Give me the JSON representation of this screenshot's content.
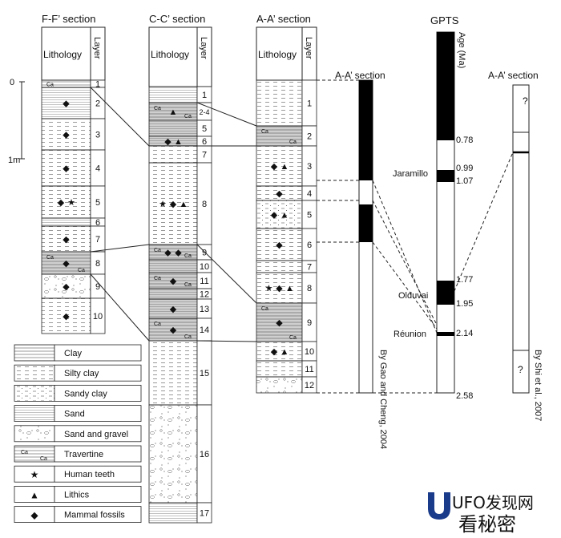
{
  "sections": {
    "ff": {
      "title": "F-F’ section",
      "lith": "Lithology",
      "layer": "Layer",
      "layers": [
        "1",
        "2",
        "3",
        "4",
        "5",
        "6",
        "7",
        "8",
        "9",
        "10"
      ]
    },
    "cc": {
      "title": "C-C’ section",
      "lith": "Lithology",
      "layer": "Layer",
      "layers": [
        "1",
        "2-4",
        "5",
        "6",
        "7",
        "8",
        "9",
        "10",
        "11",
        "12",
        "13",
        "14",
        "15",
        "16",
        "17"
      ]
    },
    "aa": {
      "title": "A-A’ section",
      "lith": "Lithology",
      "layer": "Layer",
      "layers": [
        "1",
        "2",
        "3",
        "4",
        "5",
        "6",
        "7",
        "8",
        "9",
        "10",
        "11",
        "12"
      ]
    }
  },
  "scale": {
    "zero": "0",
    "one": "1m"
  },
  "travertine_abbr": "Ca",
  "symbols": {
    "star": "★",
    "triangle": "▲",
    "diamond": "◆"
  },
  "gao": {
    "title": "A-A’ section",
    "credit": "By Gao and Cheng, 2004"
  },
  "gpts": {
    "title": "GPTS",
    "axis": "Age (Ma)",
    "ages": [
      "0.78",
      "0.99",
      "1.07",
      "1.77",
      "1.95",
      "2.14",
      "2.58"
    ],
    "events": [
      "Jaramillo",
      "Olduvai",
      "Réunion"
    ]
  },
  "shi": {
    "title": "A-A’ section",
    "q": "?",
    "credit": "By Shi et al., 2007"
  },
  "legend": [
    "Clay",
    "Silty clay",
    "Sandy clay",
    "Sand",
    "Sand and gravel",
    "Travertine",
    "Human teeth",
    "Lithics",
    "Mammal fossils"
  ],
  "watermark": {
    "brand": "UFO发现网",
    "sub": "看秘密"
  },
  "colors": {
    "gray": "#cfcfcf",
    "line": "#222222"
  }
}
